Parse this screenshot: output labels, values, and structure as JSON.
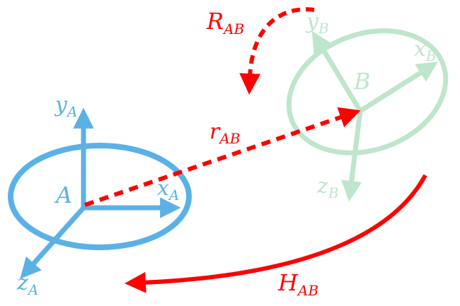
{
  "frames": {
    "A": {
      "origin_label": "A",
      "axes": {
        "x": "x",
        "x_sub": "A",
        "y": "y",
        "y_sub": "A",
        "z": "z",
        "z_sub": "A"
      },
      "color": "#5bb1e6"
    },
    "B": {
      "origin_label": "B",
      "axes": {
        "x": "x",
        "x_sub": "B",
        "y": "y",
        "y_sub": "B",
        "z": "z",
        "z_sub": "B"
      },
      "color": "#bfe5cc"
    }
  },
  "relations": {
    "rotation": {
      "main": "R",
      "sub": "AB"
    },
    "translation": {
      "main": "r",
      "sub": "AB"
    },
    "transform": {
      "main": "H",
      "sub": "AB"
    },
    "color": "#ff0000"
  }
}
